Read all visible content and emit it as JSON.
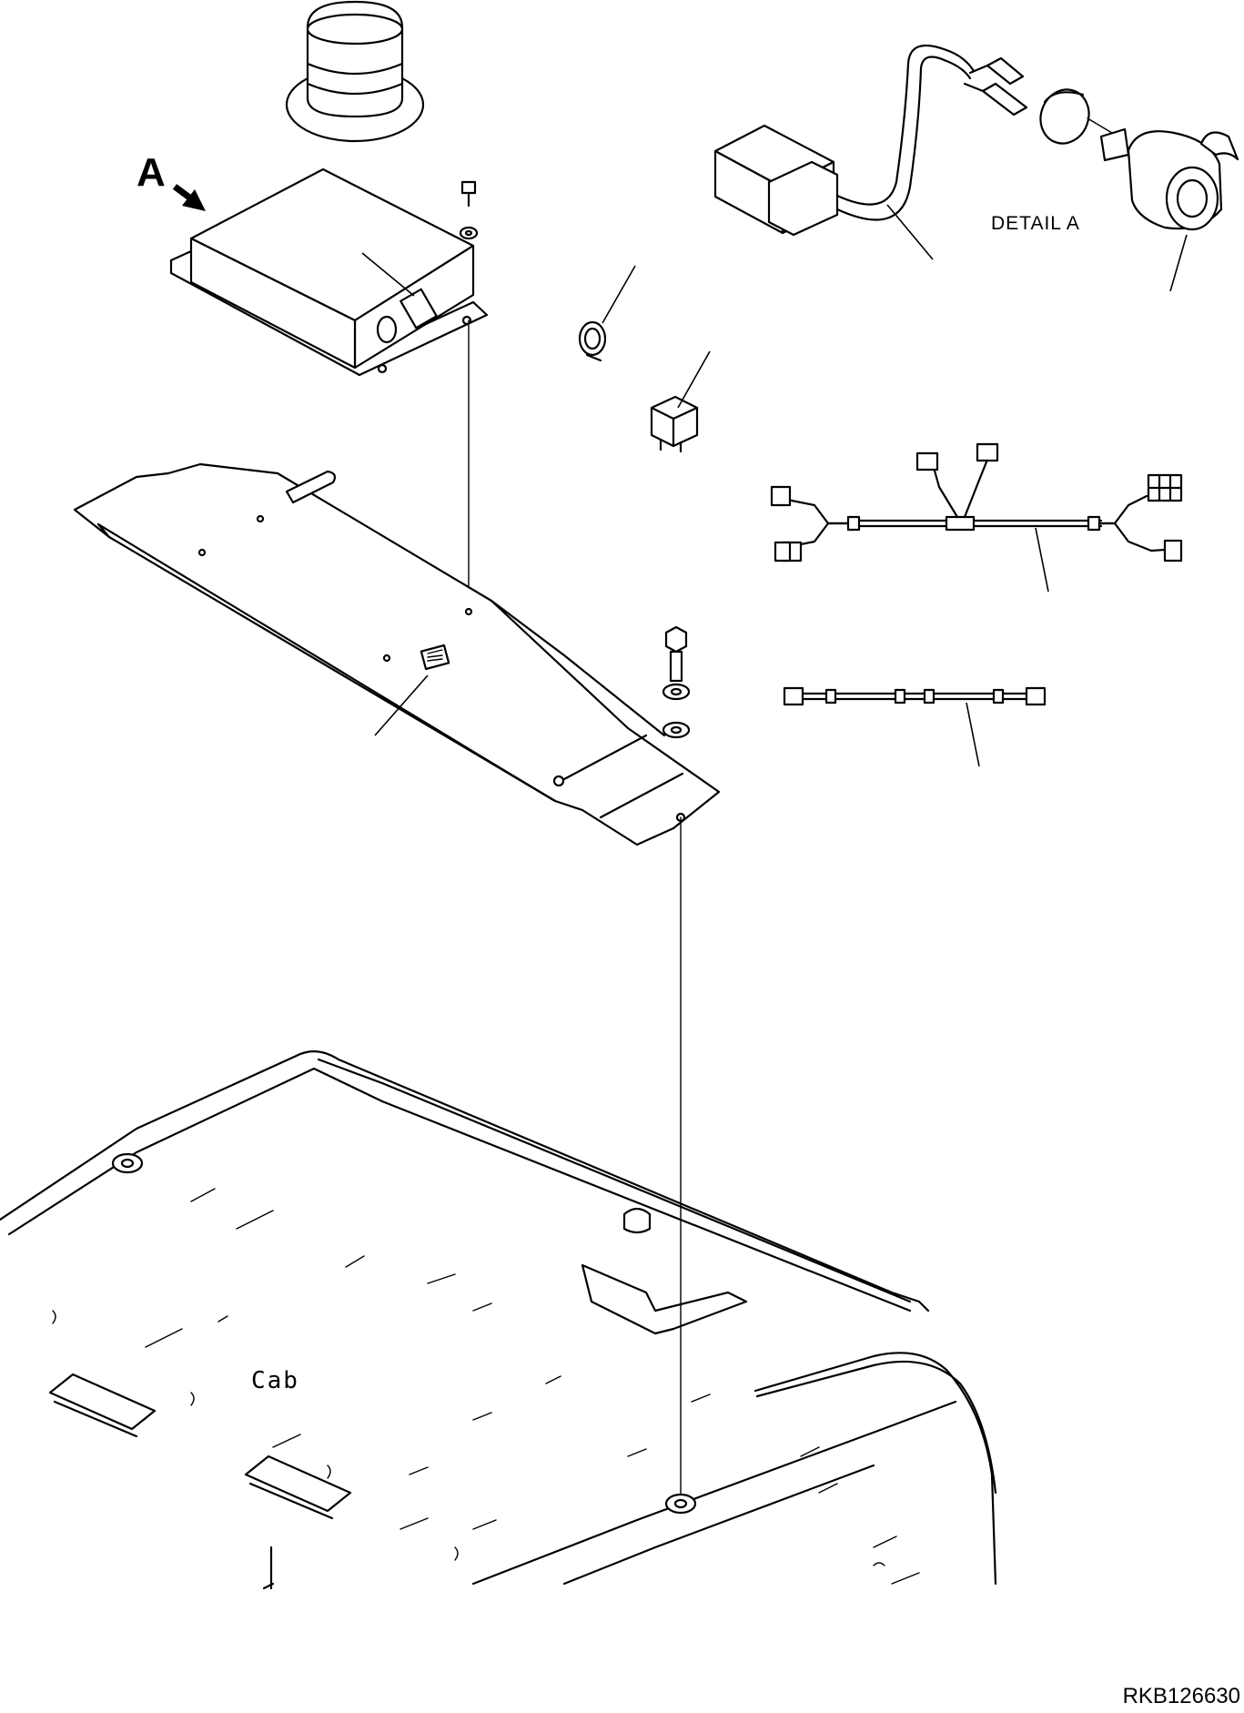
{
  "labels": {
    "view_marker": "A",
    "detail": "DETAIL A",
    "cab": "Cab",
    "drawing_id": "RKB126630"
  },
  "parts": [
    {
      "name": "rotating-beacon"
    },
    {
      "name": "control-box"
    },
    {
      "name": "mounting-bracket"
    },
    {
      "name": "bolt"
    },
    {
      "name": "washer"
    },
    {
      "name": "clip"
    },
    {
      "name": "relay"
    },
    {
      "name": "wiring-harness-main"
    },
    {
      "name": "wiring-harness-sub"
    },
    {
      "name": "power-outlet-socket"
    },
    {
      "name": "cab-roof"
    }
  ]
}
